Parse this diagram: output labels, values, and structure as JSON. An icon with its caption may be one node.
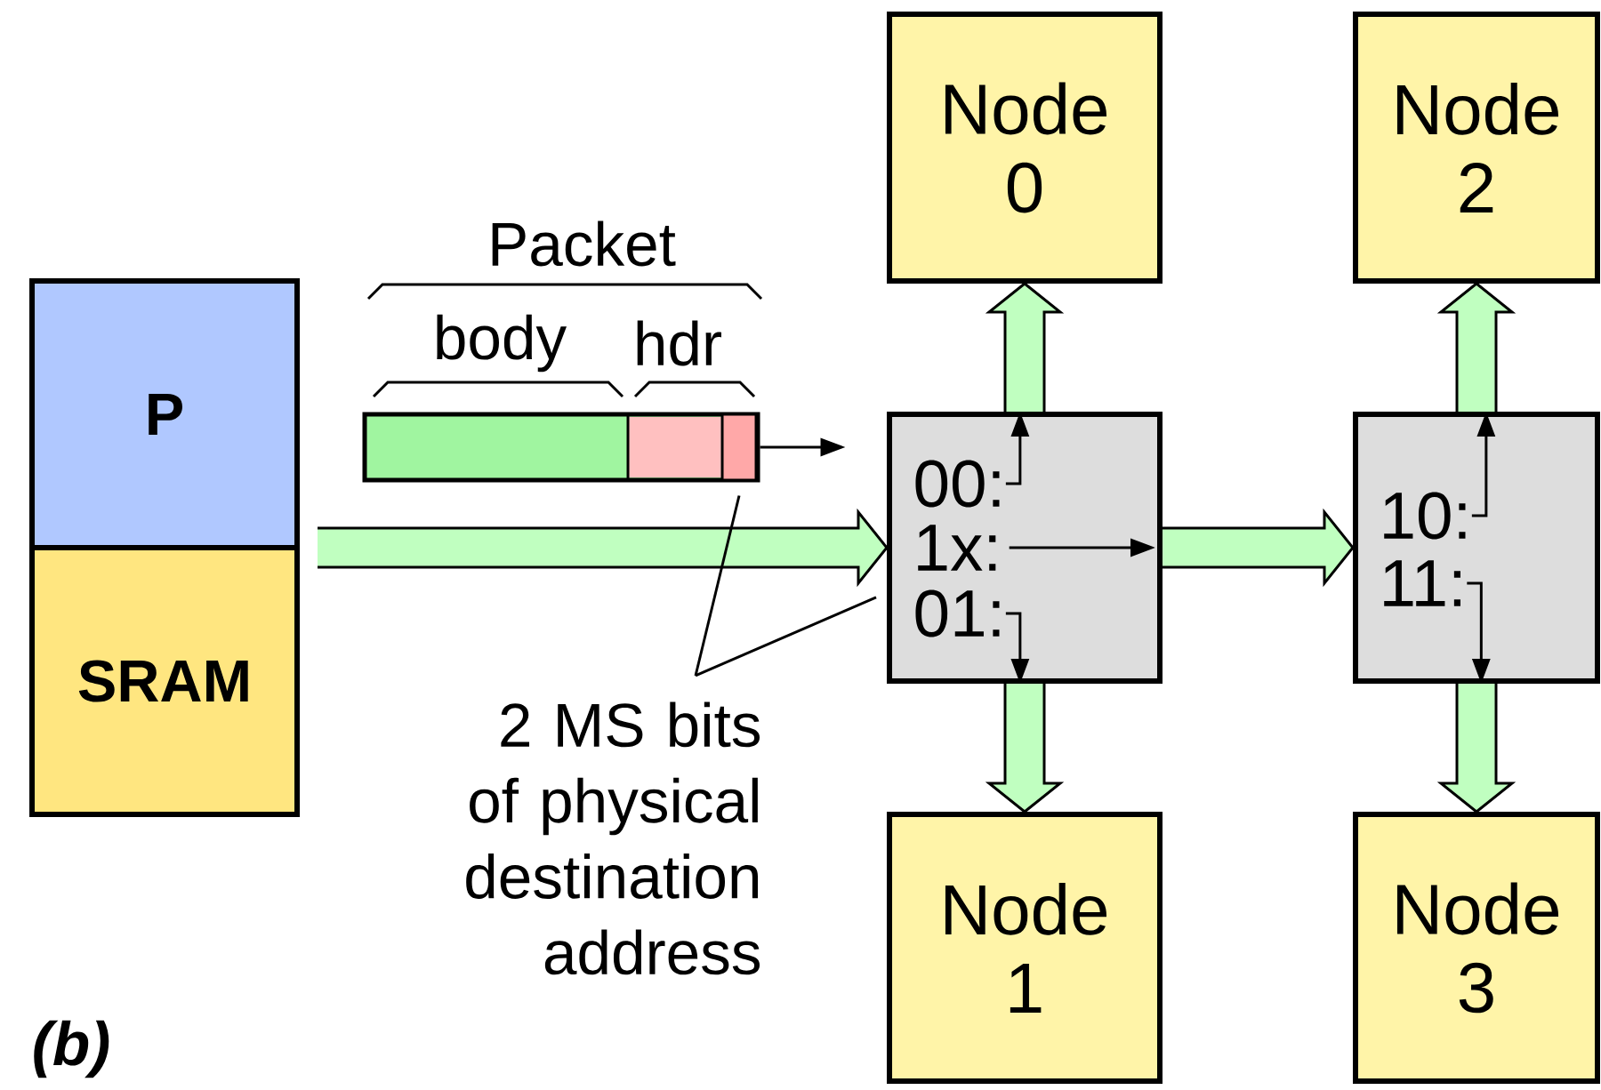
{
  "diagram": {
    "nodes": [
      {
        "text": [
          "P"
        ]
      },
      {
        "text": [
          "SRAM"
        ]
      },
      {
        "text": [
          "Node 0"
        ]
      },
      {
        "text": [
          "Node 2"
        ]
      },
      {
        "text": [
          "00:",
          "1x:",
          "01:"
        ]
      },
      {
        "text": [
          "10:",
          "11:"
        ]
      },
      {
        "text": [
          "Node 1"
        ]
      },
      {
        "text": [
          "Node 3"
        ]
      },
      {
        "text": [],
        "shape": "bar"
      },
      {
        "text": [],
        "shape": "box",
        "in": 8
      },
      {
        "text": [
          "2 MS bits of physical destination address"
        ]
      }
    ],
    "edges": [
      {
        "from": 0,
        "to": 4,
        "arrow": "to",
        "style": "thick"
      },
      {
        "from": 4,
        "to": 2,
        "arrow": "to",
        "style": "thick"
      },
      {
        "from": 4,
        "to": 6,
        "arrow": "to",
        "style": "thick"
      },
      {
        "from": 4,
        "to": 5,
        "arrow": "to",
        "style": "thick"
      },
      {
        "from": 5,
        "to": 3,
        "arrow": "to",
        "style": "thick"
      },
      {
        "from": 5,
        "to": 7,
        "arrow": "to",
        "style": "thick"
      },
      {
        "from": 8,
        "to": null,
        "arrow": "to"
      },
      {
        "from": 10,
        "to": 9,
        "arrow": "none"
      },
      {
        "from": 10,
        "to": 4,
        "arrow": "none"
      }
    ],
    "labels": [
      "Packet",
      "body",
      "hdr",
      "(b)"
    ]
  }
}
